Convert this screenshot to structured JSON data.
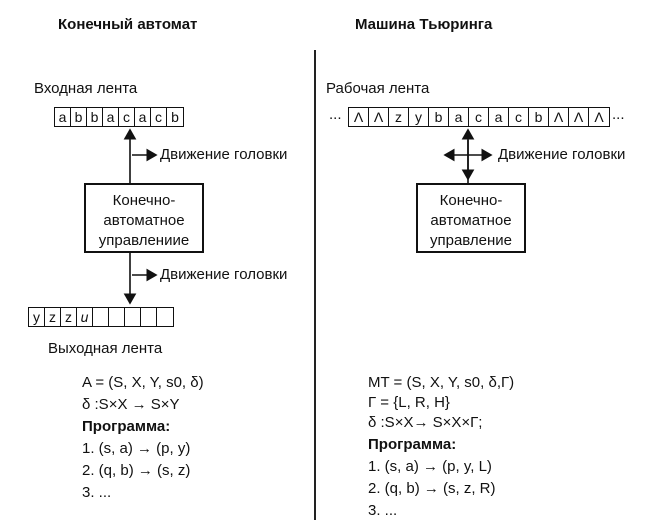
{
  "fsm": {
    "title": "Конечный автомат",
    "input_label": "Входная лента",
    "input_tape": [
      "a",
      "b",
      "b",
      "a",
      "c",
      "a",
      "c",
      "b"
    ],
    "head_motion_top": "Движение головки",
    "control": [
      "Конечно-",
      "автоматное",
      "управлениие"
    ],
    "head_motion_bottom": "Движение головки",
    "output_tape": [
      "y",
      "z",
      "z",
      "u",
      "",
      "",
      "",
      "",
      ""
    ],
    "output_label": "Выходная лента",
    "def_line1": "A = (S, X, Y, s0, δ)",
    "def_line2": "δ :S×X → S×Y",
    "program_title": "Программа:",
    "program": [
      "1. (s, a) → (p, y)",
      "2. (q, b) → (s, z)",
      "3.  ..."
    ]
  },
  "tm": {
    "title": "Машина Тьюринга",
    "tape_label": "Рабочая лента",
    "tape_prefix": "...",
    "tape": [
      "Λ",
      "Λ",
      "z",
      "y",
      "b",
      "a",
      "c",
      "a",
      "c",
      "b",
      "Λ",
      "Λ",
      "Λ"
    ],
    "tape_suffix": "...",
    "head_motion": "Движение головки",
    "control": [
      "Конечно-",
      "автоматное",
      "управление"
    ],
    "def_line1": "MT = (S, X, Y, s0, δ,Г)",
    "def_line2": "Г = {L, R, H}",
    "def_line3": "δ :S×X→ S×X×Г;",
    "program_title": "Программа:",
    "program": [
      "1. (s, a) → (p, y, L)",
      "2. (q, b) → (s, z, R)",
      "3.  ..."
    ]
  }
}
